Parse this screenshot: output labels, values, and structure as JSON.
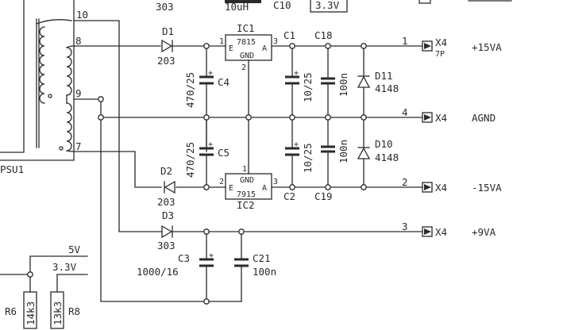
{
  "top": {
    "l303": "303",
    "l10uH": "10uH",
    "lC10": "C10",
    "l33": "3.3V"
  },
  "transformer": {
    "pin10": "10",
    "pin8": "8",
    "pin9": "9",
    "pin7": "7",
    "name": "PSU1"
  },
  "diodes": {
    "d1": "D1",
    "d1v": "203",
    "d2": "D2",
    "d2v": "203",
    "d3": "D3",
    "d3v": "303",
    "d11": "D11",
    "d11v": "4148",
    "d10": "D10",
    "d10v": "4148"
  },
  "ic1": {
    "name": "IC1",
    "part": "7815",
    "e": "E",
    "a": "A",
    "gnd": "GND",
    "pin1": "1",
    "pin2": "2",
    "pin3": "3"
  },
  "ic2": {
    "name": "IC2",
    "part": "7915",
    "e": "E",
    "a": "A",
    "gnd": "GND",
    "pin1": "1",
    "pin2": "2",
    "pin3": "3"
  },
  "caps": {
    "c1": "C1",
    "c18": "C18",
    "c2": "C2",
    "c19": "C19",
    "c4": "C4",
    "c4v": "470/25",
    "c5": "C5",
    "c5v": "470/25",
    "c1v": "10/25",
    "c2v": "10/25",
    "c18v": "100n",
    "c19v": "100n",
    "c3": "C3",
    "c3v": "1000/16",
    "c21": "C21",
    "c21v": "100n",
    "plus": "+"
  },
  "connectors": [
    {
      "pin": "1",
      "ref": "X4",
      "sub": "7P",
      "net": "+15VA"
    },
    {
      "pin": "4",
      "ref": "X4",
      "sub": "",
      "net": "AGND"
    },
    {
      "pin": "2",
      "ref": "X4",
      "sub": "",
      "net": "-15VA"
    },
    {
      "pin": "3",
      "ref": "X4",
      "sub": "",
      "net": "+9VA"
    }
  ],
  "bottom": {
    "v5": "5V",
    "v33": "3.3V",
    "r6": "R6",
    "r6v": "14k3",
    "r8": "R8",
    "r8v": "13k3"
  }
}
